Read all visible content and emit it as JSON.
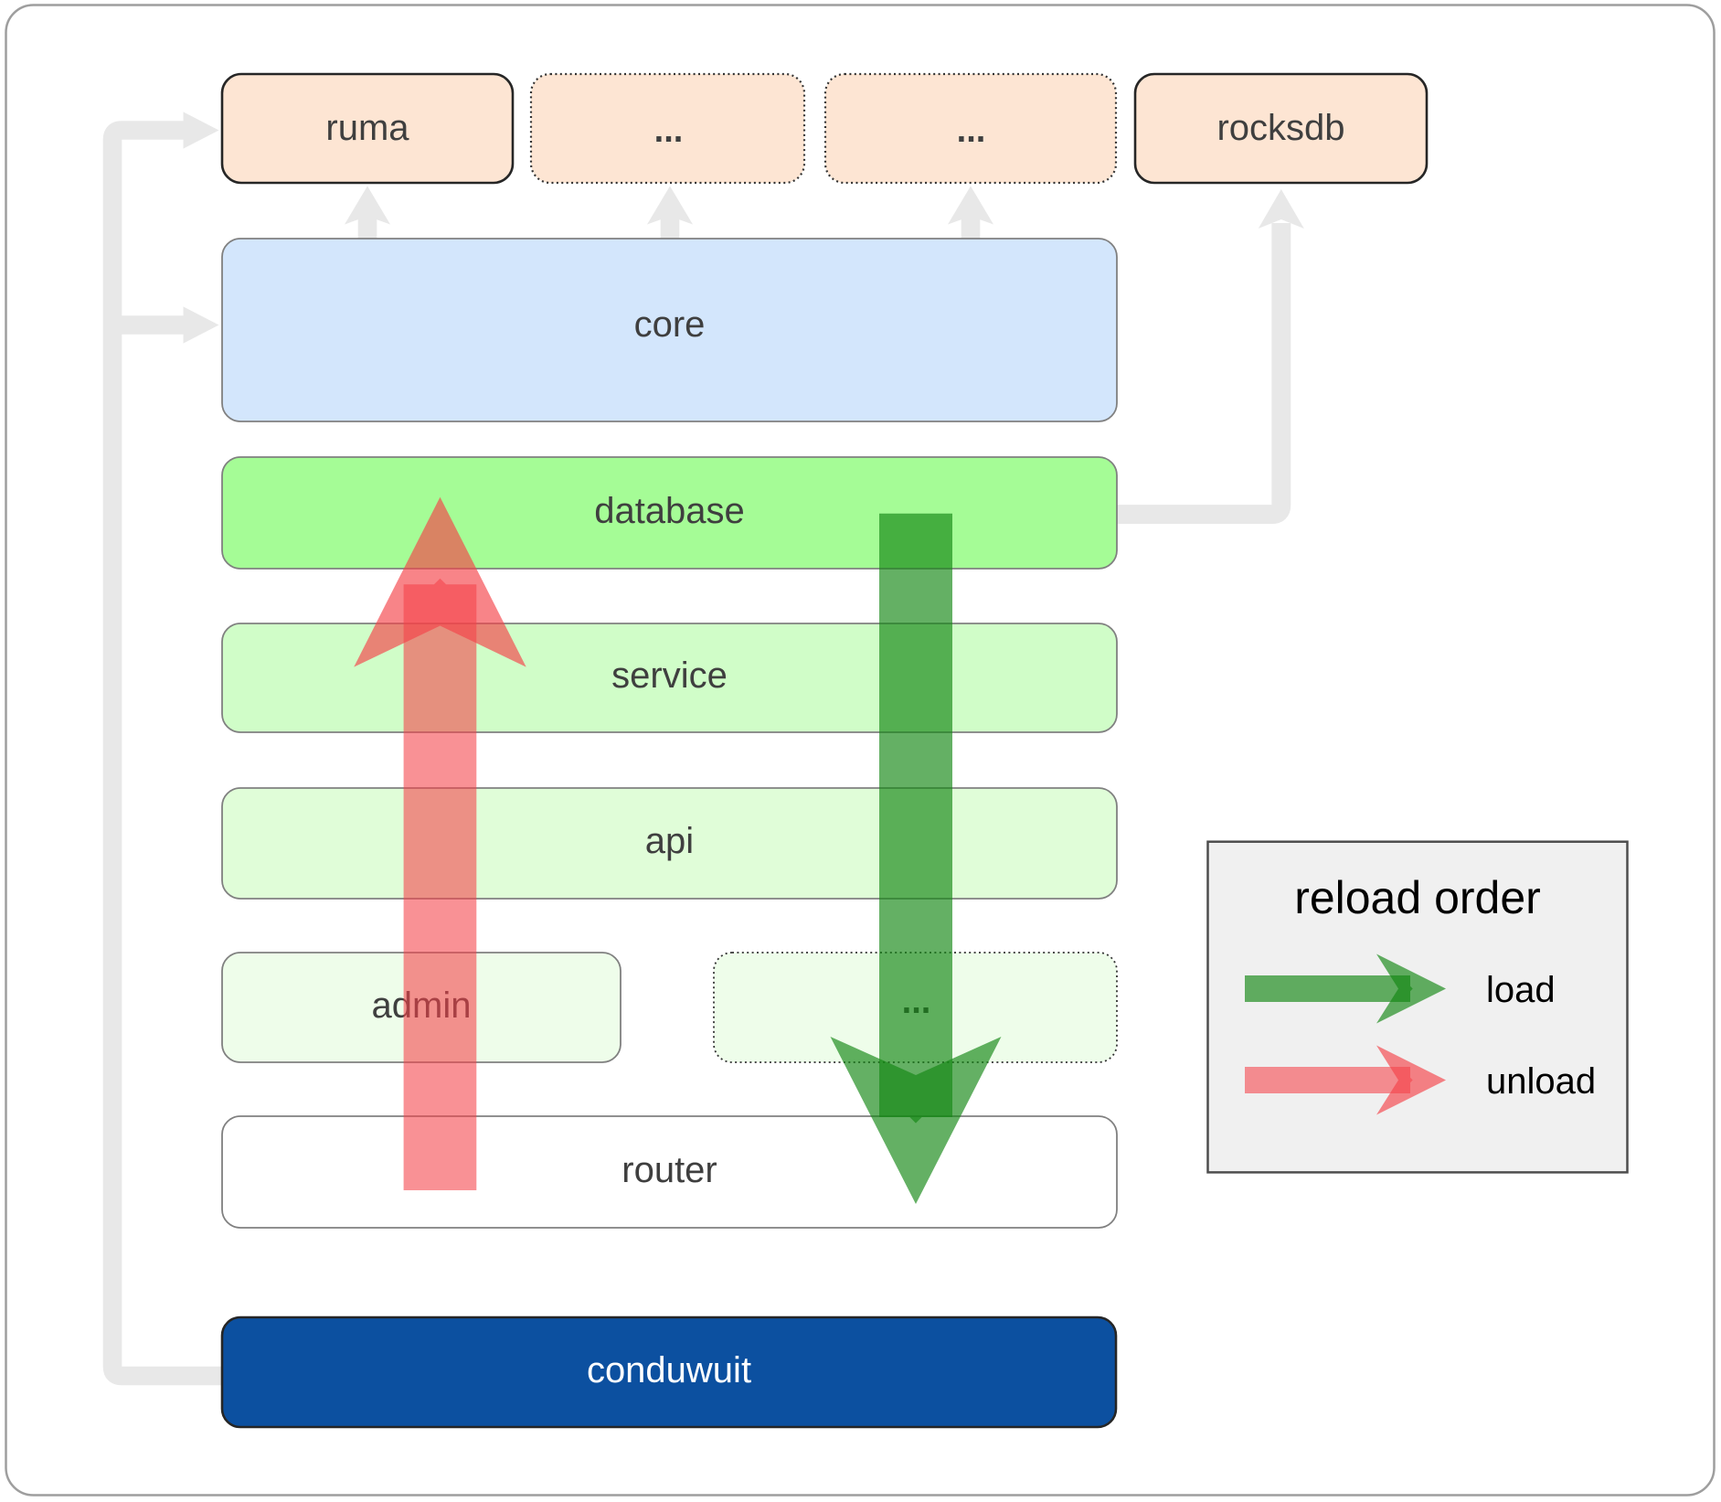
{
  "colors": {
    "canvas_bg": "#ffffff",
    "frame_border": "#9e9e9e",
    "peach_fill": "#fde5d3",
    "dark_border": "#262626",
    "dotted_border": "#333333",
    "gray_border": "#808080",
    "core_fill": "#d3e6fc",
    "database_fill": "#a5fc96",
    "service_fill": "#d0fdc8",
    "api_fill": "#e0fdd8",
    "admin_fill": "#eefdea",
    "router_fill": "#ffffff",
    "conduwuit_fill": "#0c50a0",
    "conduwuit_text": "#ffffff",
    "label_text": "#3f3f3f",
    "gray_arrow": "#e8e8e8",
    "load_arrow_green": "#148714",
    "unload_arrow_red": "#f44248",
    "legend_bg": "#f0f0f0",
    "legend_border": "#4d4d4d"
  },
  "nodes": {
    "ruma": {
      "label": "ruma"
    },
    "dep_dots_1": {
      "label": "..."
    },
    "dep_dots_2": {
      "label": "..."
    },
    "rocksdb": {
      "label": "rocksdb"
    },
    "core": {
      "label": "core"
    },
    "database": {
      "label": "database"
    },
    "service": {
      "label": "service"
    },
    "api": {
      "label": "api"
    },
    "admin": {
      "label": "admin"
    },
    "api_dots": {
      "label": "..."
    },
    "router": {
      "label": "router"
    },
    "conduwuit": {
      "label": "conduwuit"
    }
  },
  "legend": {
    "title": "reload order",
    "items": [
      {
        "id": "load",
        "label": "load"
      },
      {
        "id": "unload",
        "label": "unload"
      }
    ]
  }
}
